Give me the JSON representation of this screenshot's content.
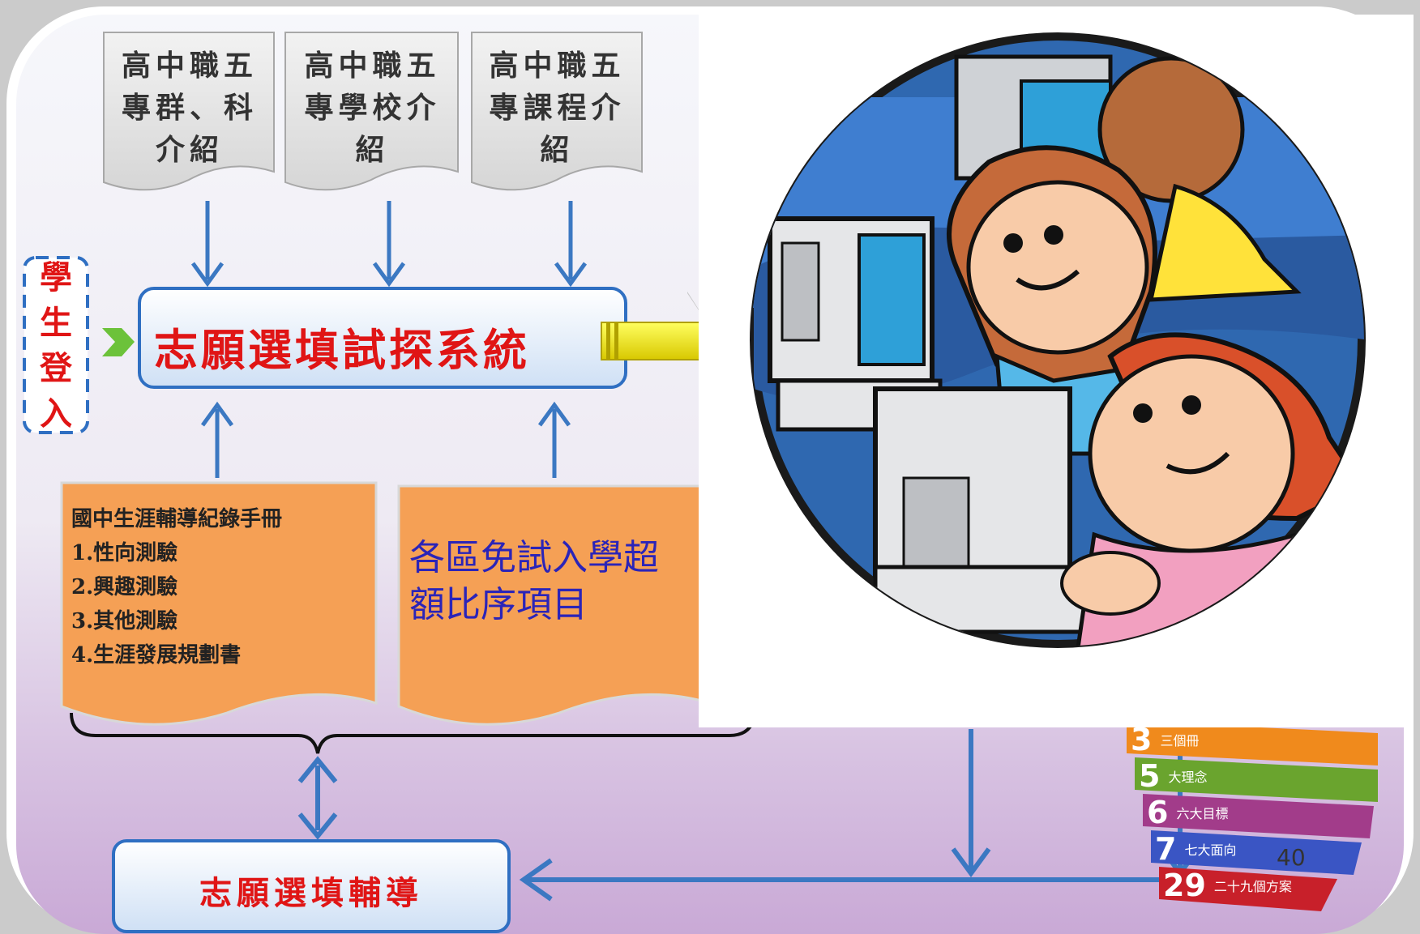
{
  "top_docs": [
    {
      "line1": "高中職五",
      "line2": "專群、科",
      "line3": "介紹"
    },
    {
      "line1": "高中職五",
      "line2": "專學校介",
      "line3": "紹"
    },
    {
      "line1": "高中職五",
      "line2": "專課程介",
      "line3": "紹"
    }
  ],
  "side_label": "學生登入",
  "system_title": "志願選填試探系統",
  "career_notes": {
    "title": "國中生涯輔導紀錄手冊",
    "items": [
      "1.性向測驗",
      "2.興趣測驗",
      "3.其他測驗",
      "4.生涯發展規劃書"
    ]
  },
  "quota_label": "各區免試入學超額比序項目",
  "guidance_title": "志願選填輔導",
  "right_strips": [
    {
      "num": "3",
      "label": "三個冊",
      "color": "#f08a1c"
    },
    {
      "num": "5",
      "label": "大理念",
      "color": "#6aa42e"
    },
    {
      "num": "6",
      "label": "六大目標",
      "color": "#a23c8a"
    },
    {
      "num": "7",
      "label": "七大面向",
      "color": "#3a55c4"
    },
    {
      "num": "29",
      "label": "二十九個方案",
      "color": "#c8202a"
    }
  ],
  "page_number": "40",
  "colors": {
    "doc_fill": "#e8e8e8",
    "orange_doc": "#f5a055",
    "box_border": "#2f6fc2",
    "arrow": "#3b78c2",
    "title_red": "#e01515",
    "quota_blue": "#2b24b8"
  }
}
